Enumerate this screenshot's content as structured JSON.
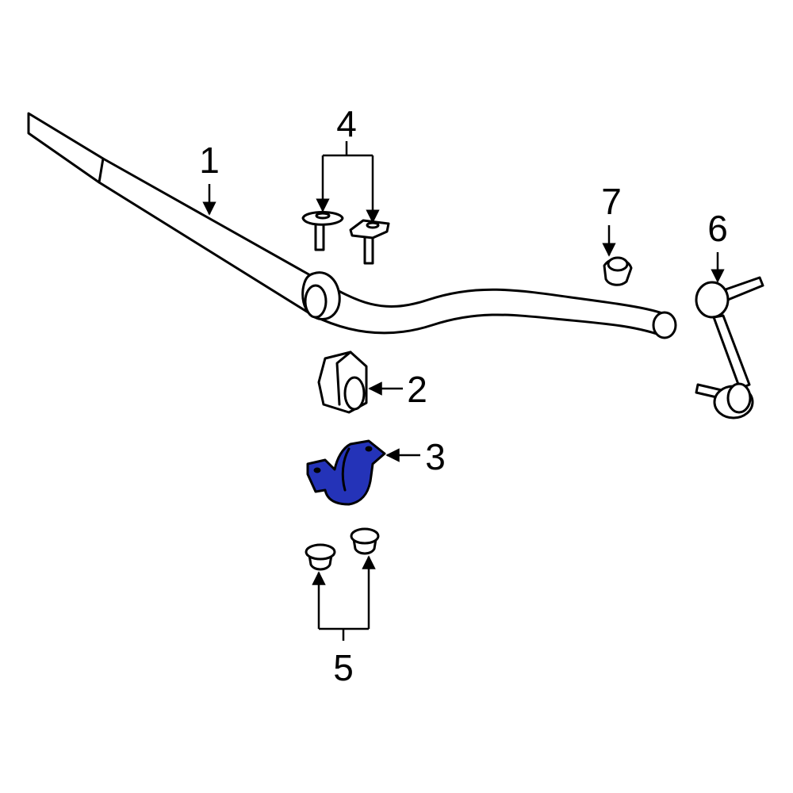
{
  "callouts": {
    "part1": "1",
    "part2": "2",
    "part3": "3",
    "part4": "4",
    "part5": "5",
    "part6": "6",
    "part7": "7"
  },
  "colors": {
    "highlight": "#2433b8",
    "outline": "#000000",
    "background": "#ffffff"
  }
}
